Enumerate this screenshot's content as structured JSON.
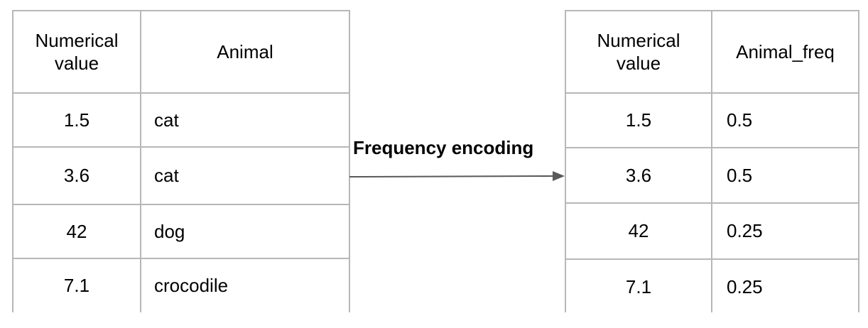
{
  "left_table": {
    "headers": [
      "Numerical value",
      "Animal"
    ],
    "rows": [
      [
        "1.5",
        "cat"
      ],
      [
        "3.6",
        "cat"
      ],
      [
        "42",
        "dog"
      ],
      [
        "7.1",
        "crocodile"
      ]
    ]
  },
  "arrow": {
    "label": "Frequency encoding"
  },
  "right_table": {
    "headers": [
      "Numerical value",
      "Animal_freq"
    ],
    "rows": [
      [
        "1.5",
        "0.5"
      ],
      [
        "3.6",
        "0.5"
      ],
      [
        "42",
        "0.25"
      ],
      [
        "7.1",
        "0.25"
      ]
    ]
  },
  "colors": {
    "grid_line": "#b7b7b7",
    "arrow": "#595959",
    "text": "#000000"
  }
}
